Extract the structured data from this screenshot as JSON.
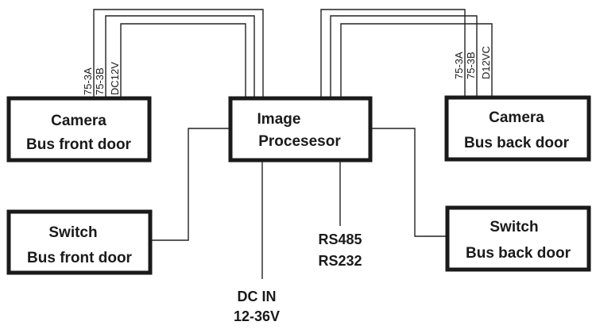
{
  "blocks": {
    "camera_front": {
      "line1": "Camera",
      "line2": "Bus front door"
    },
    "image_processor": {
      "line1": "Image",
      "line2": "Procesesor"
    },
    "camera_back": {
      "line1": "Camera",
      "line2": "Bus back door"
    },
    "switch_front": {
      "line1": "Switch",
      "line2": "Bus front door"
    },
    "switch_back": {
      "line1": "Switch",
      "line2": "Bus back door"
    }
  },
  "io_labels": {
    "serial_1": "RS485",
    "serial_2": "RS232",
    "power_1": "DC IN",
    "power_2": "12-36V"
  },
  "wire_labels": {
    "front": [
      "75-3A",
      "75-3B",
      "DC12V"
    ],
    "back": [
      "75-3A",
      "75-3B",
      "D12VC"
    ]
  }
}
